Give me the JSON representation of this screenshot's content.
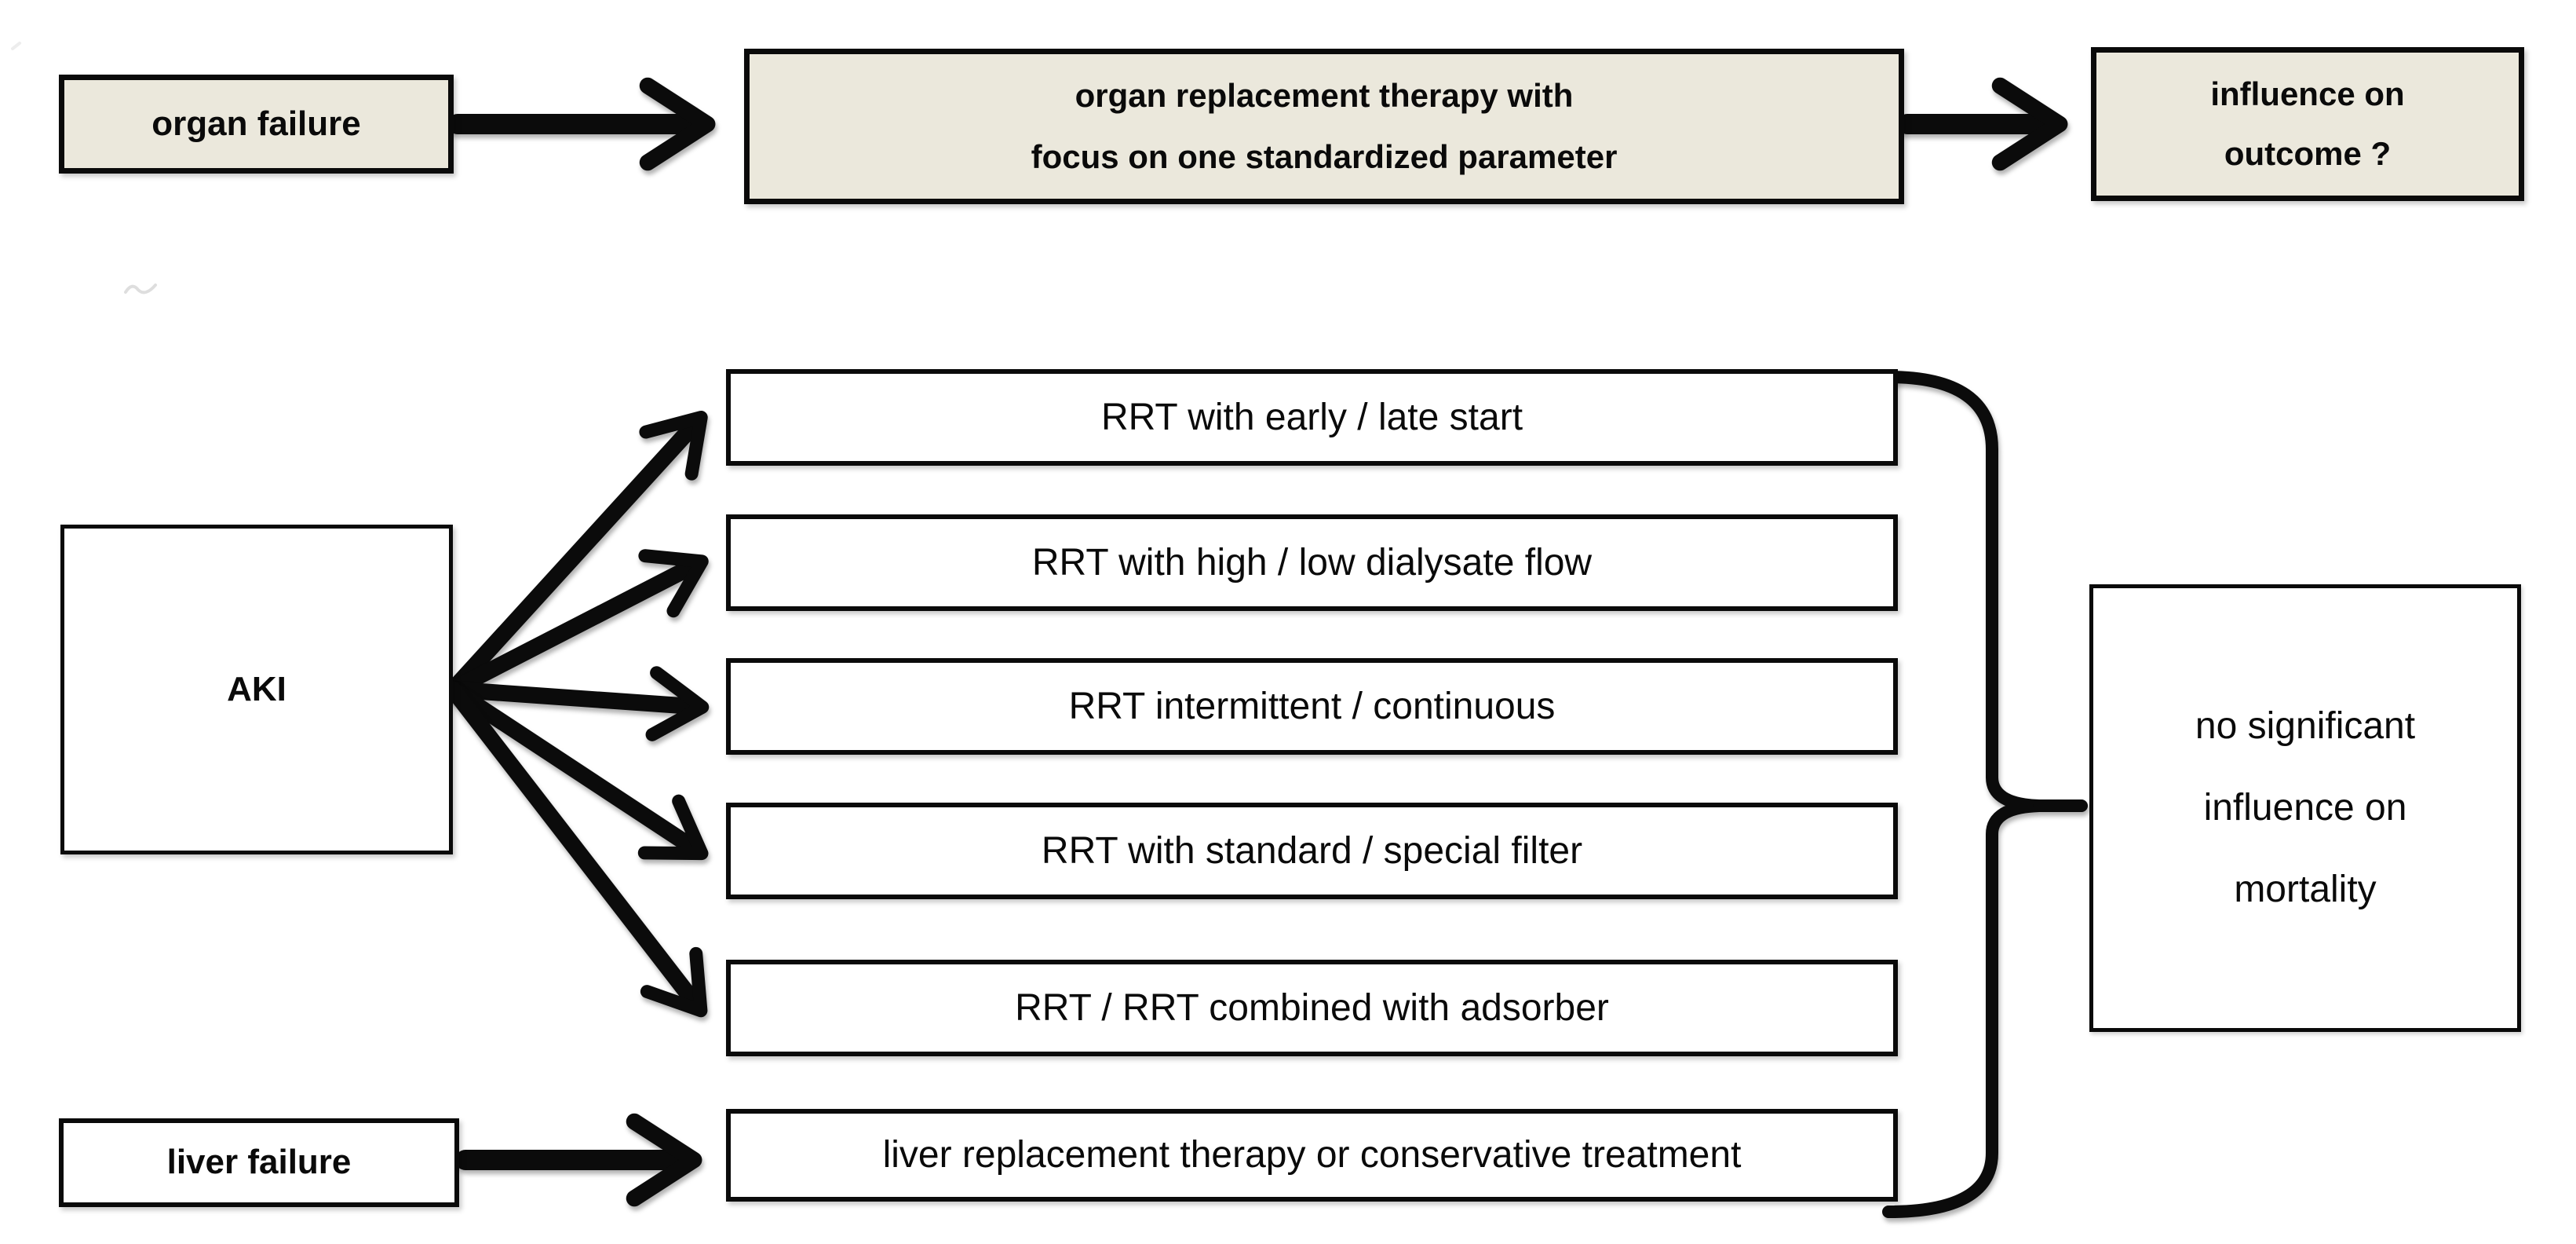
{
  "diagram": {
    "top_row": {
      "organ_failure_label": "organ failure",
      "therapy_line1": "organ replacement therapy with",
      "therapy_line2": "focus on one standardized parameter",
      "outcome_line1": "influence on",
      "outcome_line2": "outcome ?"
    },
    "aki_label": "AKI",
    "rrt_boxes": [
      "RRT with early / late start",
      "RRT with high / low dialysate flow",
      "RRT intermittent / continuous",
      "RRT with standard / special filter",
      "RRT / RRT combined with adsorber"
    ],
    "liver_row": {
      "liver_failure_label": "liver failure",
      "liver_therapy_label": "liver replacement therapy or conservative treatment"
    },
    "result": {
      "line1": "no significant",
      "line2": "influence on",
      "line3": "mortality"
    },
    "colors": {
      "beige_fill": "#EBE8DC",
      "white_fill": "#FFFFFF",
      "line_black": "#0B0B0B"
    }
  }
}
